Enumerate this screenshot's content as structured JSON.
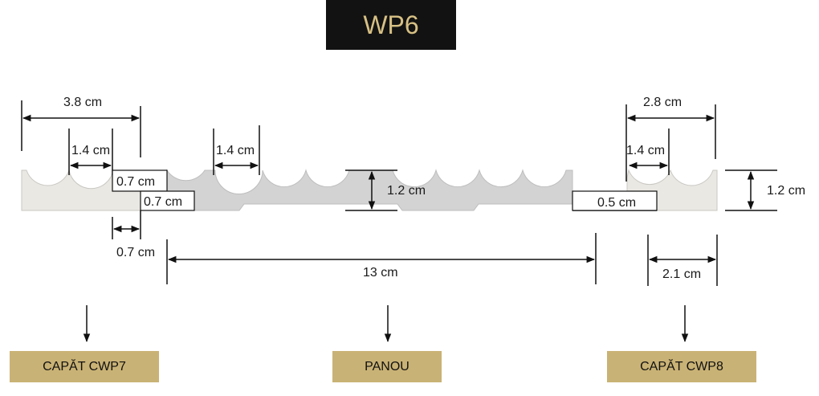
{
  "title": "WP6",
  "dimensions": {
    "left_total": "3.8 cm",
    "left_groove": "1.4 cm",
    "left_step_top": "0.7 cm",
    "left_step_bottom": "0.7 cm",
    "left_offset": "0.7 cm",
    "panel_groove": "1.4 cm",
    "panel_thickness": "1.2 cm",
    "panel_length": "13 cm",
    "panel_step": "0.5 cm",
    "right_total": "2.8 cm",
    "right_groove": "1.4 cm",
    "right_thickness": "1.2 cm",
    "right_bottom": "2.1 cm"
  },
  "labels": {
    "left": "CAPĂT CWP7",
    "center": "PANOU",
    "right": "CAPĂT CWP8"
  },
  "colors": {
    "title_bg": "#121212",
    "title_text": "#d7c084",
    "label_bg": "#c9b275",
    "end_piece": "#eae8e3",
    "panel": "#d3d3d3"
  }
}
